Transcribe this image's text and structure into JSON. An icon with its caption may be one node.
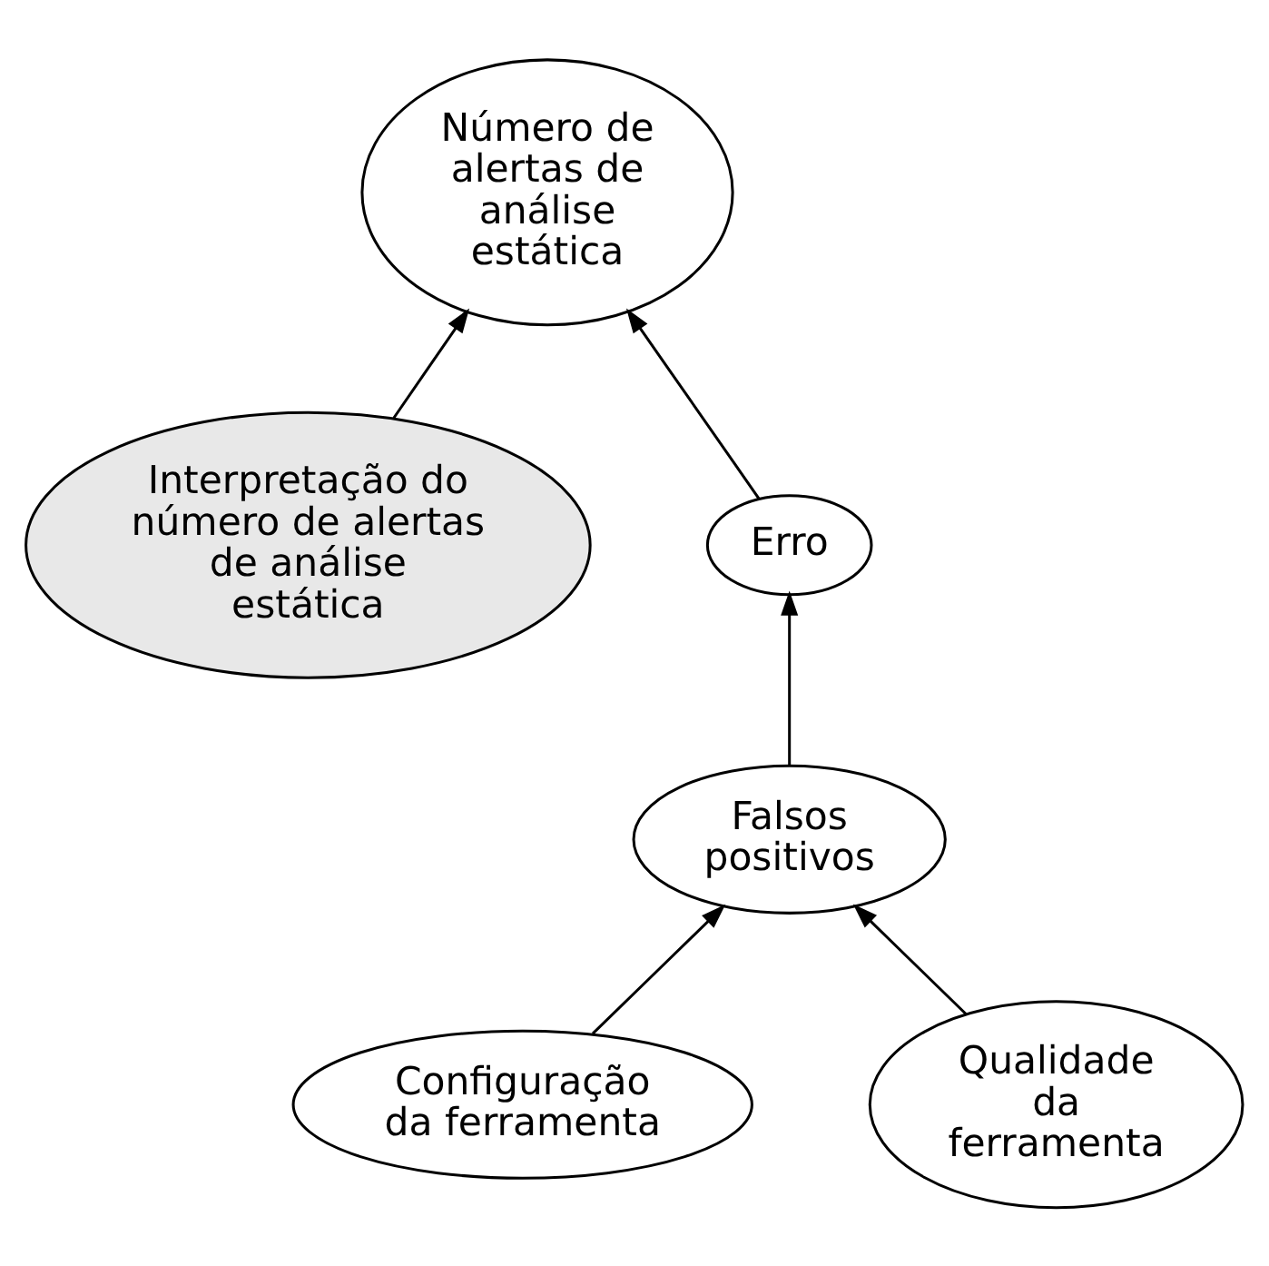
{
  "diagram": {
    "nodes": [
      {
        "text": [
          "Número de alertas de análise estática"
        ]
      },
      {
        "text": [
          "Interpretação do número de alertas de análise estática"
        ]
      },
      {
        "text": [
          "Erro"
        ]
      },
      {
        "text": [
          "Falsos positivos"
        ]
      },
      {
        "text": [
          "Configuração da ferramenta"
        ]
      },
      {
        "text": [
          "Qualidade da ferramenta"
        ]
      }
    ],
    "edges": [
      {
        "from": 1,
        "to": 0,
        "arrow": "to"
      },
      {
        "from": 2,
        "to": 0,
        "arrow": "to"
      },
      {
        "from": 3,
        "to": 2,
        "arrow": "to"
      },
      {
        "from": 4,
        "to": 3,
        "arrow": "to"
      },
      {
        "from": 5,
        "to": 3,
        "arrow": "to"
      }
    ]
  }
}
